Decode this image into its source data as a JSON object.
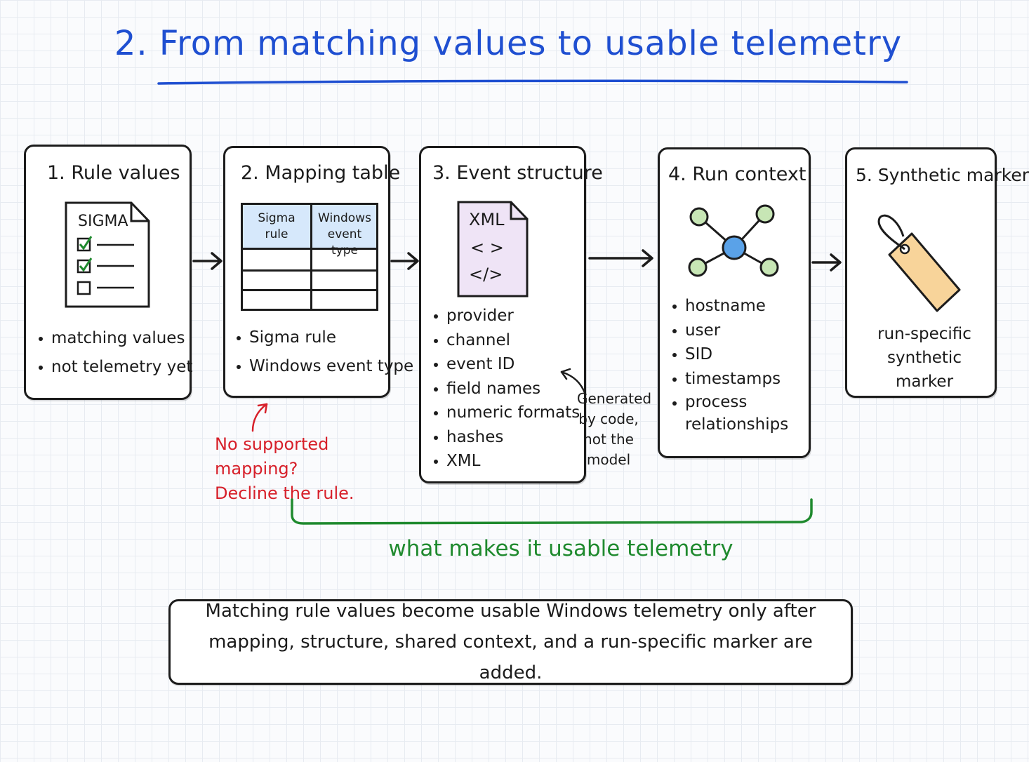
{
  "title": "2. From matching values to usable telemetry",
  "stages": [
    {
      "title": "1. Rule values",
      "doc_label": "SIGMA",
      "bullets": [
        "matching values",
        "not telemetry yet"
      ]
    },
    {
      "title": "2. Mapping table",
      "table_headers": [
        "Sigma rule",
        "Windows event type"
      ],
      "bullets": [
        "Sigma rule",
        "Windows event type"
      ]
    },
    {
      "title": "3. Event structure",
      "doc_label": "XML",
      "doc_glyphs": [
        "< >",
        "</>"
      ],
      "bullets": [
        "provider",
        "channel",
        "event ID",
        "field names",
        "numeric formats",
        "hashes",
        "XML"
      ]
    },
    {
      "title": "4. Run context",
      "bullets": [
        "hostname",
        "user",
        "SID",
        "timestamps",
        "process relationships"
      ]
    },
    {
      "title": "5. Synthetic marker",
      "caption": "run-specific synthetic marker"
    }
  ],
  "annotations": {
    "decline_note": "No supported mapping? Decline the rule.",
    "generated_note": "Generated by code, not the model",
    "bracket_label": "what makes it usable telemetry"
  },
  "conclusion": "Matching rule values become usable Windows telemetry only after mapping, structure, shared context, and a run-specific marker are added.",
  "colors": {
    "title": "#1f4fd1",
    "note_red": "#d7202a",
    "bracket_green": "#1f8a2e",
    "table_header_fill": "#d6e8fb",
    "xml_doc_fill": "#efe4f6",
    "node_center": "#5aa2e8",
    "node_outer": "#c7e6b5",
    "tag_fill": "#f8d49a"
  },
  "icons": [
    "document-icon",
    "checkbox-icon",
    "table-icon",
    "xml-file-icon",
    "network-icon",
    "tag-icon",
    "arrow-icon"
  ]
}
